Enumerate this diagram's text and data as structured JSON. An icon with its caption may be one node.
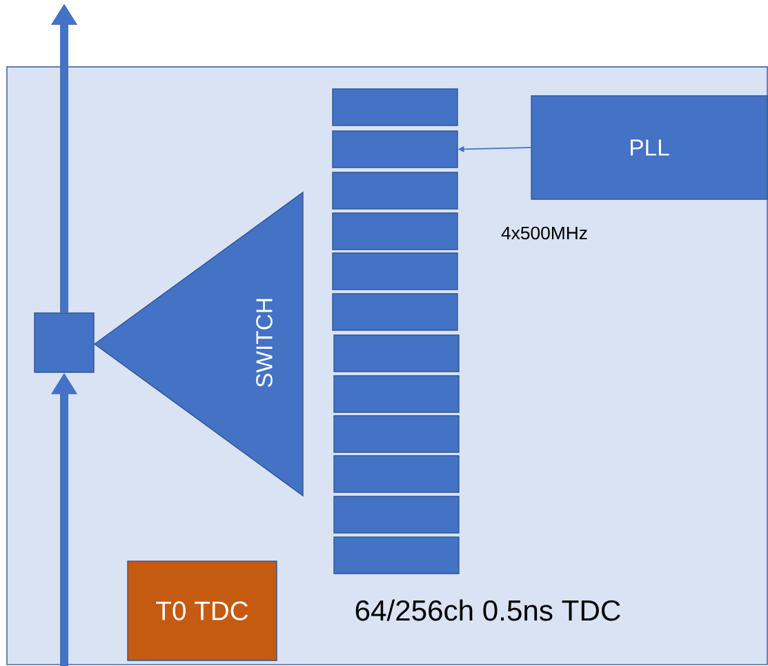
{
  "diagram": {
    "nodes": [
      {
        "text": [],
        "shape": "box"
      },
      {
        "text": [],
        "shape": "box",
        "in": 0
      },
      {
        "text": [
          "SWITCH"
        ],
        "in": 0
      },
      {
        "text": [],
        "shape": "box",
        "in": 0
      },
      {
        "text": [],
        "shape": "box",
        "in": 0
      },
      {
        "text": [],
        "shape": "box",
        "in": 0
      },
      {
        "text": [],
        "shape": "box",
        "in": 0
      },
      {
        "text": [],
        "shape": "box",
        "in": 0
      },
      {
        "text": [],
        "shape": "box",
        "in": 0
      },
      {
        "text": [],
        "shape": "box",
        "in": 0
      },
      {
        "text": [],
        "shape": "box",
        "in": 0
      },
      {
        "text": [],
        "shape": "box",
        "in": 0
      },
      {
        "text": [],
        "shape": "box",
        "in": 0
      },
      {
        "text": [],
        "shape": "box",
        "in": 0
      },
      {
        "text": [],
        "shape": "box",
        "in": 0
      },
      {
        "text": [
          "PLL"
        ],
        "in": 0
      },
      {
        "text": [
          "T0 TDC"
        ],
        "in": 0
      }
    ],
    "edges": [
      {
        "from": 15,
        "to": 4,
        "arrow": "to"
      },
      {
        "from": null,
        "to": 1,
        "arrow": "to"
      },
      {
        "from": 1,
        "to": null,
        "arrow": "to"
      }
    ],
    "labels": [
      "4x500MHz",
      "64/256ch 0.5ns TDC"
    ]
  }
}
